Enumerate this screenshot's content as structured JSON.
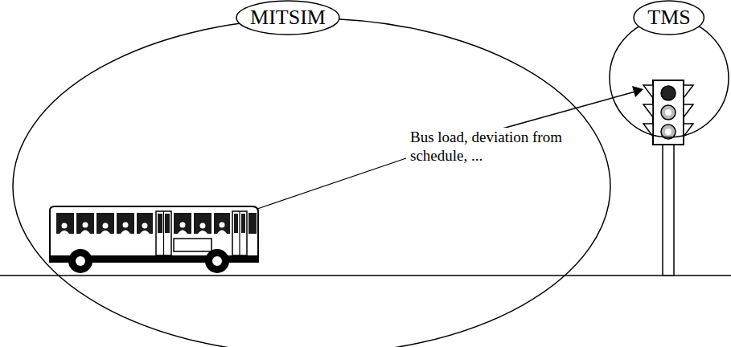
{
  "diagram": {
    "nodes": [
      {
        "text": [
          "MITSIM"
        ]
      },
      {
        "text": [
          "TMS"
        ]
      }
    ],
    "labels": [
      "Bus load, deviation from schedule, ..."
    ]
  }
}
